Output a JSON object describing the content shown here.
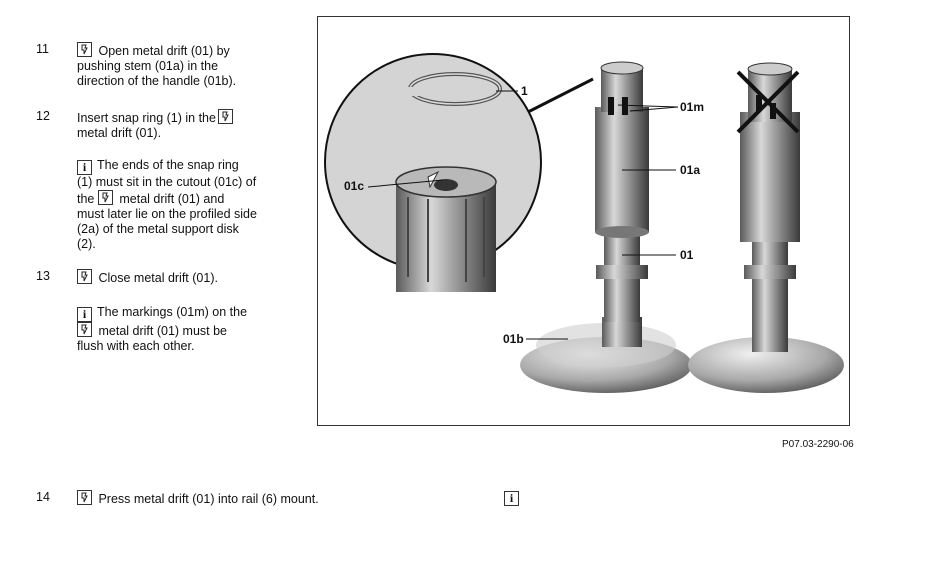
{
  "steps": [
    {
      "number": "11",
      "text_a": " Open  metal drift (01) by",
      "text_b": "pushing stem (01a) in the",
      "text_c": "direction of the handle (01b)."
    },
    {
      "number": "12",
      "text_a": "Insert snap ring (1) in the",
      "text_b": " metal drift (01)."
    },
    {
      "number": "13",
      "text_a": " Close  metal drift (01)."
    },
    {
      "number": "14",
      "text_a": " Press  metal drift (01) into rail (6) mount."
    }
  ],
  "notes": {
    "note_12_lines": [
      "The ends of the snap ring",
      "(1) must sit in the cutout (01c) of",
      "the",
      "metal drift (01) and",
      "must later lie on the profiled side",
      "(2a) of the metal support disk",
      "(2)."
    ],
    "note_13_lines": [
      "The markings (01m) on the",
      "metal drift (01) must be",
      "flush with each other."
    ]
  },
  "figure": {
    "labels": {
      "l1": "1",
      "l01c": "01c",
      "l01m": "01m",
      "l01a": "01a",
      "l01": "01",
      "l01b": "01b"
    },
    "caption": "P07.03-2290-06"
  },
  "icons": {
    "tool": "wrench-box-icon",
    "info": "info-icon",
    "info_glyph": "i"
  }
}
